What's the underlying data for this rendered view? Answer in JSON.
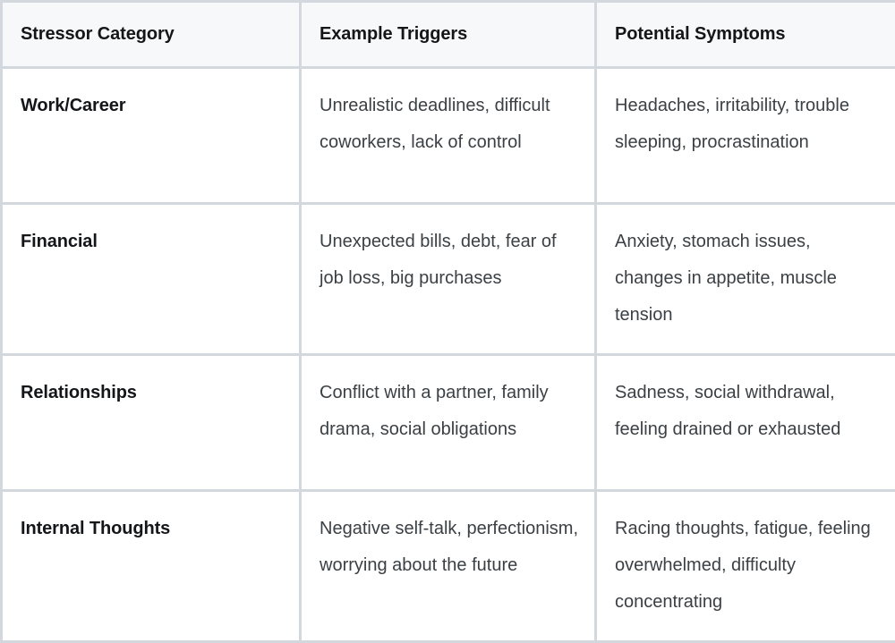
{
  "table": {
    "columns": [
      {
        "id": "stressor-category",
        "label": "Stressor Category"
      },
      {
        "id": "example-triggers",
        "label": "Example Triggers"
      },
      {
        "id": "potential-symptoms",
        "label": "Potential Symptoms"
      }
    ],
    "rows": [
      {
        "category": "Work/Career",
        "triggers": "Unrealistic deadlines, difficult coworkers, lack of control",
        "symptoms": "Headaches, irritability, trouble sleeping, procrastination"
      },
      {
        "category": "Financial",
        "triggers": "Unexpected bills, debt, fear of job loss, big purchases",
        "symptoms": "Anxiety, stomach issues, changes in appetite, muscle tension"
      },
      {
        "category": "Relationships",
        "triggers": "Conflict with a partner, family drama, social obligations",
        "symptoms": "Sadness, social withdrawal, feeling drained or exhausted"
      },
      {
        "category": "Internal Thoughts",
        "triggers": "Negative self-talk, perfectionism, worrying about the future",
        "symptoms": "Racing thoughts, fatigue, feeling overwhelmed, difficulty concentrating"
      }
    ]
  },
  "style": {
    "header_background": "#f7f8f9",
    "border_color": "#d3d8de",
    "header_text_color": "#14161a",
    "body_text_color": "#3b4045",
    "cell_background": "#ffffff"
  }
}
